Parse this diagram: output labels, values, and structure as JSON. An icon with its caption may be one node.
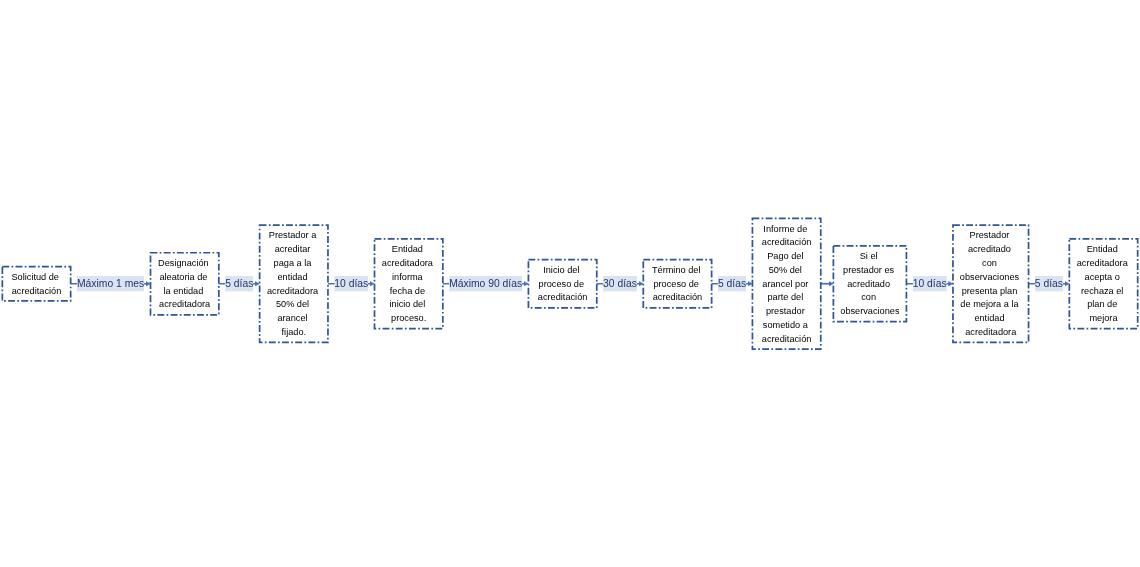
{
  "diagram": {
    "nodes": [
      {
        "text": [
          "Solicitud de acreditación"
        ]
      },
      {
        "text": [
          "Designación aleatoria de la entidad acreditadora"
        ]
      },
      {
        "text": [
          "Prestador a acreditar paga a la entidad acreditadora 50% del arancel fijado."
        ]
      },
      {
        "text": [
          "Entidad acreditadora informa fecha de inicio del proceso."
        ]
      },
      {
        "text": [
          "Inicio del proceso de acreditación"
        ]
      },
      {
        "text": [
          "Término del proceso de acreditación"
        ]
      },
      {
        "text": [
          "Informe de acreditación",
          "Pago del 50% del arancel por parte del prestador sometido a acreditación"
        ]
      },
      {
        "text": [
          "Si el prestador es acreditado con observaciones"
        ]
      },
      {
        "text": [
          "Prestador acreditado con observaciones presenta plan de mejora a la entidad acreditadora"
        ]
      },
      {
        "text": [
          "Entidad acreditadora acepta o rechaza el plan de mejora"
        ]
      }
    ],
    "edges": [
      {
        "from": 0,
        "to": 1,
        "arrow": "to",
        "label": "Máximo 1 mes"
      },
      {
        "from": 1,
        "to": 2,
        "arrow": "to",
        "label": "5 días"
      },
      {
        "from": 2,
        "to": 3,
        "arrow": "to",
        "label": "10 días"
      },
      {
        "from": 3,
        "to": 4,
        "arrow": "to",
        "label": "Máximo 90 días"
      },
      {
        "from": 4,
        "to": 5,
        "arrow": "to",
        "label": "30 días"
      },
      {
        "from": 5,
        "to": 6,
        "arrow": "to",
        "label": "5 días"
      },
      {
        "from": 6,
        "to": 7,
        "arrow": "to"
      },
      {
        "from": 7,
        "to": 8,
        "arrow": "to",
        "label": "10 días"
      },
      {
        "from": 8,
        "to": 9,
        "arrow": "to",
        "label": "5 días"
      }
    ]
  }
}
